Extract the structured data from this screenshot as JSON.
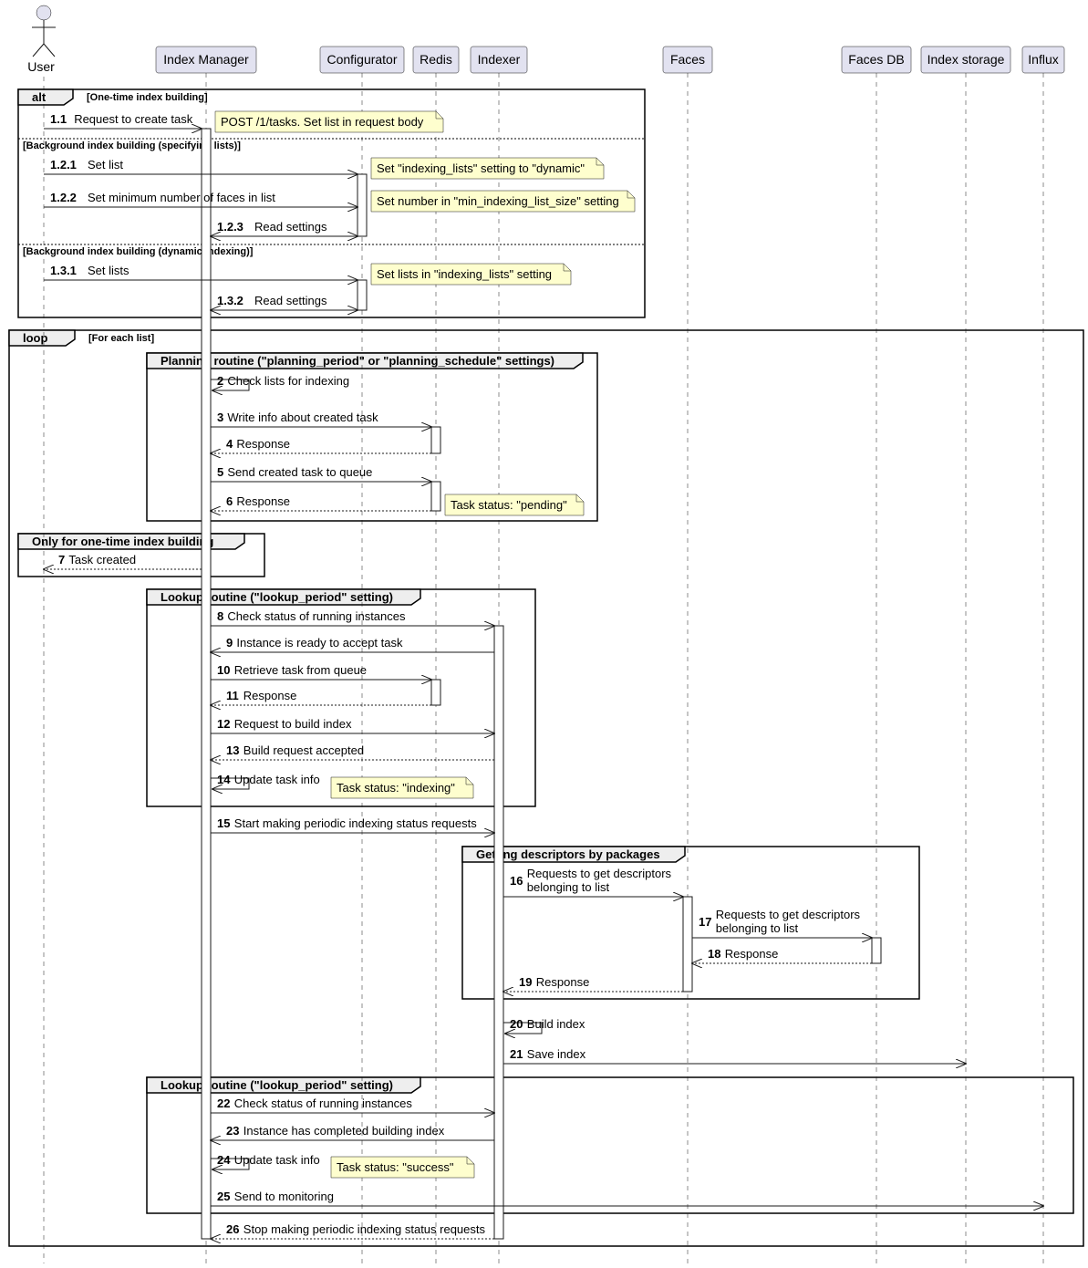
{
  "participants": [
    {
      "id": "user",
      "label": "User",
      "type": "actor"
    },
    {
      "id": "im",
      "label": "Index Manager"
    },
    {
      "id": "cfg",
      "label": "Configurator"
    },
    {
      "id": "redis",
      "label": "Redis"
    },
    {
      "id": "idx",
      "label": "Indexer"
    },
    {
      "id": "faces",
      "label": "Faces"
    },
    {
      "id": "fdb",
      "label": "Faces DB"
    },
    {
      "id": "ist",
      "label": "Index storage"
    },
    {
      "id": "influx",
      "label": "Influx"
    }
  ],
  "frames": [
    {
      "id": "alt",
      "label": "alt",
      "condition": "[One-time index building]",
      "sections": [
        "[Background index building (specifying lists)]",
        "[Background index building (dynamic indexing)]"
      ]
    },
    {
      "id": "loop",
      "label": "loop",
      "condition": "[For each list]"
    },
    {
      "id": "planning",
      "label": "Planning routine (\"planning_period\" or \"planning_schedule\" settings)"
    },
    {
      "id": "onetime",
      "label": "Only for one-time index building"
    },
    {
      "id": "lookup1",
      "label": "Lookup routine (\"lookup_period\" setting)"
    },
    {
      "id": "packages",
      "label": "Getting descriptors by packages"
    },
    {
      "id": "lookup2",
      "label": "Lookup routine (\"lookup_period\" setting)"
    }
  ],
  "messages": [
    {
      "num": "1.1",
      "text": [
        "Request to create task"
      ],
      "from": "user",
      "to": "im",
      "style": "solid"
    },
    {
      "num": "1.2.1",
      "text": [
        "Set list"
      ],
      "from": "user",
      "to": "cfg",
      "style": "solid"
    },
    {
      "num": "1.2.2",
      "text": [
        "Set minimum number of faces in list"
      ],
      "from": "user",
      "to": "cfg",
      "style": "solid"
    },
    {
      "num": "1.2.3",
      "text": [
        "Read settings"
      ],
      "from": "im",
      "to": "cfg",
      "style": "bidirectional"
    },
    {
      "num": "1.3.1",
      "text": [
        "Set lists"
      ],
      "from": "user",
      "to": "cfg",
      "style": "solid"
    },
    {
      "num": "1.3.2",
      "text": [
        "Read settings"
      ],
      "from": "im",
      "to": "cfg",
      "style": "bidirectional"
    },
    {
      "num": "2",
      "text": [
        "Check lists for indexing"
      ],
      "from": "im",
      "to": "im",
      "style": "self"
    },
    {
      "num": "3",
      "text": [
        "Write info about created task"
      ],
      "from": "im",
      "to": "redis",
      "style": "solid"
    },
    {
      "num": "4",
      "text": [
        "Response"
      ],
      "from": "redis",
      "to": "im",
      "style": "dashed"
    },
    {
      "num": "5",
      "text": [
        "Send created task to queue"
      ],
      "from": "im",
      "to": "redis",
      "style": "solid"
    },
    {
      "num": "6",
      "text": [
        "Response"
      ],
      "from": "redis",
      "to": "im",
      "style": "dashed"
    },
    {
      "num": "7",
      "text": [
        "Task created"
      ],
      "from": "im",
      "to": "user",
      "style": "dashed"
    },
    {
      "num": "8",
      "text": [
        "Check status of running instances"
      ],
      "from": "im",
      "to": "idx",
      "style": "solid"
    },
    {
      "num": "9",
      "text": [
        "Instance is ready to accept task"
      ],
      "from": "idx",
      "to": "im",
      "style": "solid"
    },
    {
      "num": "10",
      "text": [
        "Retrieve task from queue"
      ],
      "from": "im",
      "to": "redis",
      "style": "solid"
    },
    {
      "num": "11",
      "text": [
        "Response"
      ],
      "from": "redis",
      "to": "im",
      "style": "dashed"
    },
    {
      "num": "12",
      "text": [
        "Request to build index"
      ],
      "from": "im",
      "to": "idx",
      "style": "solid"
    },
    {
      "num": "13",
      "text": [
        "Build request accepted"
      ],
      "from": "idx",
      "to": "im",
      "style": "dashed"
    },
    {
      "num": "14",
      "text": [
        "Update task info"
      ],
      "from": "im",
      "to": "im",
      "style": "self"
    },
    {
      "num": "15",
      "text": [
        "Start making periodic indexing status requests"
      ],
      "from": "im",
      "to": "idx",
      "style": "solid"
    },
    {
      "num": "16",
      "text": [
        "Requests to get descriptors",
        "belonging to list"
      ],
      "from": "idx",
      "to": "faces",
      "style": "solid"
    },
    {
      "num": "17",
      "text": [
        "Requests to get descriptors",
        "belonging to list"
      ],
      "from": "faces",
      "to": "fdb",
      "style": "solid"
    },
    {
      "num": "18",
      "text": [
        "Response"
      ],
      "from": "fdb",
      "to": "faces",
      "style": "dashed"
    },
    {
      "num": "19",
      "text": [
        "Response"
      ],
      "from": "faces",
      "to": "idx",
      "style": "dashed"
    },
    {
      "num": "20",
      "text": [
        "Build index"
      ],
      "from": "idx",
      "to": "idx",
      "style": "self"
    },
    {
      "num": "21",
      "text": [
        "Save index"
      ],
      "from": "idx",
      "to": "ist",
      "style": "solid"
    },
    {
      "num": "22",
      "text": [
        "Check status of running instances"
      ],
      "from": "im",
      "to": "idx",
      "style": "solid"
    },
    {
      "num": "23",
      "text": [
        "Instance has completed building index"
      ],
      "from": "idx",
      "to": "im",
      "style": "solid"
    },
    {
      "num": "24",
      "text": [
        "Update task info"
      ],
      "from": "im",
      "to": "im",
      "style": "self"
    },
    {
      "num": "25",
      "text": [
        "Send to monitoring"
      ],
      "from": "im",
      "to": "influx",
      "style": "solid"
    },
    {
      "num": "26",
      "text": [
        "Stop making periodic indexing status requests"
      ],
      "from": "idx",
      "to": "im",
      "style": "dashed"
    }
  ],
  "notes": [
    "POST /1/tasks. Set list in request body",
    "Set \"indexing_lists\" setting to \"dynamic\"",
    "Set number in \"min_indexing_list_size\" setting",
    "Set lists in \"indexing_lists\" setting",
    "Task status: \"pending\"",
    "Task status: \"indexing\"",
    "Task status: \"success\""
  ]
}
